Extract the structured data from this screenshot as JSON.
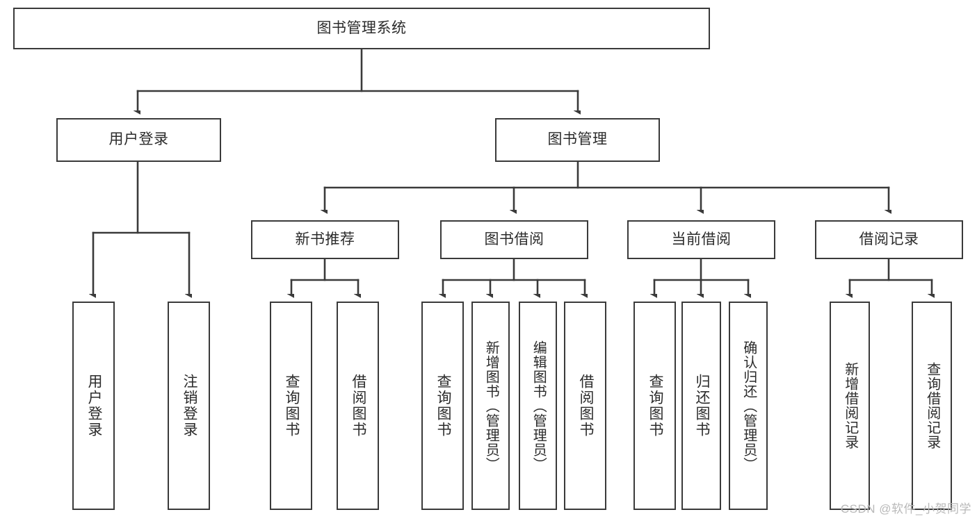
{
  "diagram": {
    "type": "tree",
    "title": "图书管理系统",
    "orientation": "top-down",
    "background_color": "#ffffff",
    "line_color": "#3a3a3a",
    "text_color": "#2b2b2b",
    "root": {
      "id": "root",
      "label": "图书管理系统"
    },
    "level2": [
      {
        "id": "user-login",
        "label": "用户登录"
      },
      {
        "id": "book-manage",
        "label": "图书管理"
      }
    ],
    "level3": [
      {
        "id": "new-book-rec",
        "label": "新书推荐",
        "parent": "book-manage"
      },
      {
        "id": "book-borrow",
        "label": "图书借阅",
        "parent": "book-manage"
      },
      {
        "id": "current-borrow",
        "label": "当前借阅",
        "parent": "book-manage"
      },
      {
        "id": "borrow-record",
        "label": "借阅记录",
        "parent": "book-manage"
      }
    ],
    "leaves": [
      {
        "id": "leaf-user-login",
        "label": "用户登录",
        "parent": "user-login"
      },
      {
        "id": "leaf-user-logout",
        "label": "注销登录",
        "parent": "user-login"
      },
      {
        "id": "leaf-rec-query",
        "label": "查询图书",
        "parent": "new-book-rec"
      },
      {
        "id": "leaf-rec-borrow",
        "label": "借阅图书",
        "parent": "new-book-rec"
      },
      {
        "id": "leaf-borrow-query",
        "label": "查询图书",
        "parent": "book-borrow"
      },
      {
        "id": "leaf-borrow-add",
        "label": "新增图书（管理员）",
        "parent": "book-borrow"
      },
      {
        "id": "leaf-borrow-edit",
        "label": "编辑图书（管理员）",
        "parent": "book-borrow"
      },
      {
        "id": "leaf-borrow-lend",
        "label": "借阅图书",
        "parent": "book-borrow"
      },
      {
        "id": "leaf-cur-query",
        "label": "查询图书",
        "parent": "current-borrow"
      },
      {
        "id": "leaf-cur-return",
        "label": "归还图书",
        "parent": "current-borrow"
      },
      {
        "id": "leaf-cur-confirm",
        "label": "确认归还（管理员）",
        "parent": "current-borrow"
      },
      {
        "id": "leaf-rec-add",
        "label": "新增借阅记录",
        "parent": "borrow-record"
      },
      {
        "id": "leaf-rec-search",
        "label": "查询借阅记录",
        "parent": "borrow-record"
      }
    ]
  },
  "watermark": {
    "text": "CSDN @软件_小贺同学"
  }
}
